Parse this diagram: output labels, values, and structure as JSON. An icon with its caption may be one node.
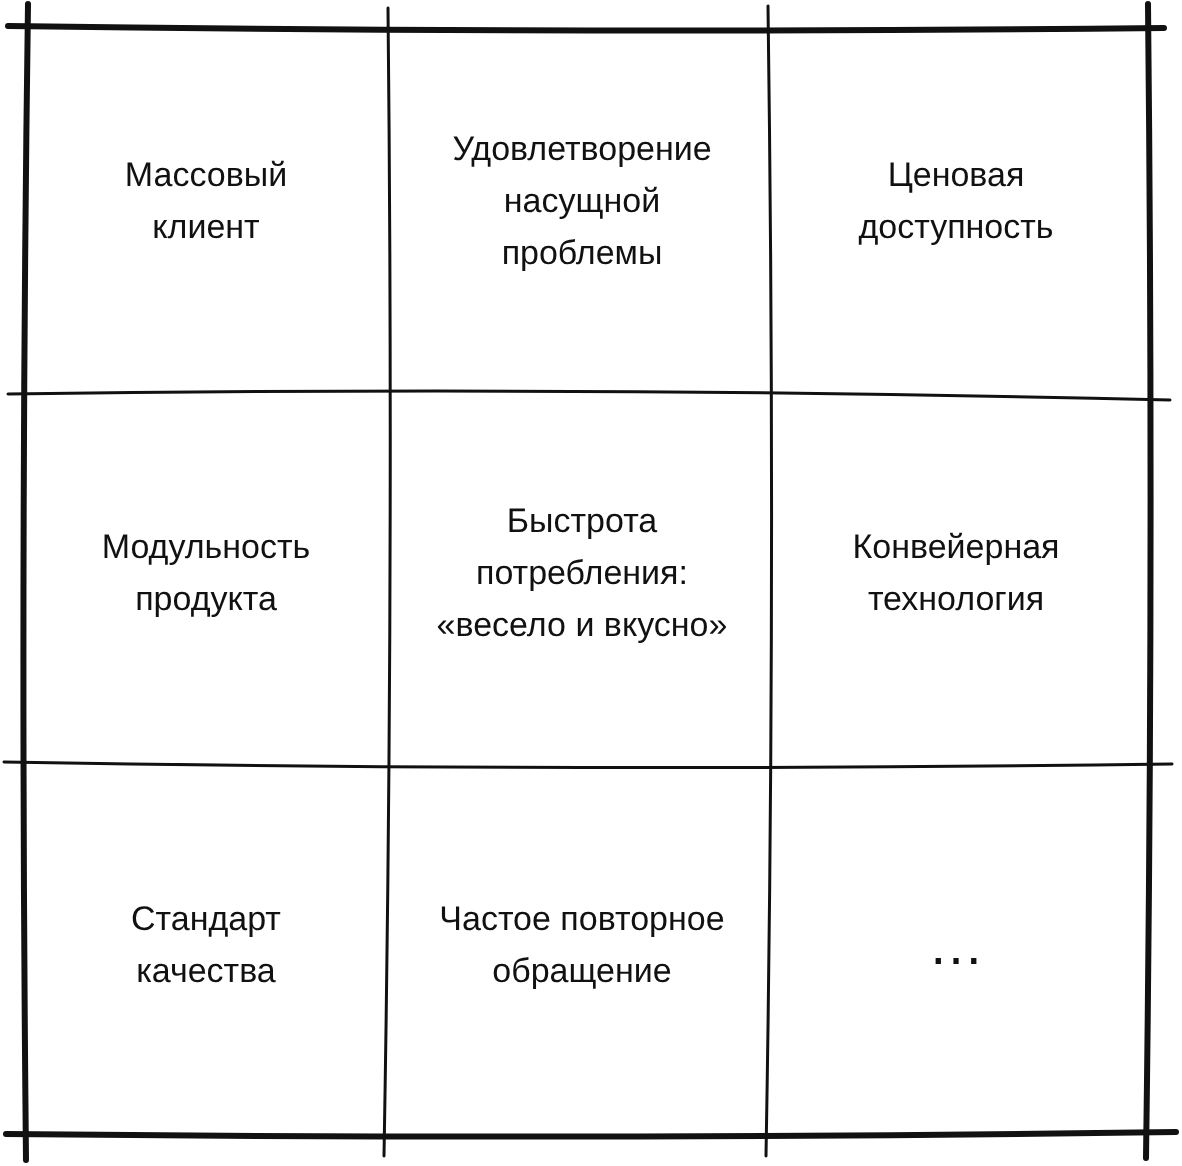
{
  "diagram": {
    "labels": [
      "Массовый клиент",
      "Удовлетворение насущной проблемы",
      "Ценовая доступность",
      "Модульность продукта",
      "Быстрота потребления: «весело и вкусно»",
      "Конвейерная технология",
      "Стандарт качества",
      "Частое повторное обращение",
      "…"
    ]
  }
}
